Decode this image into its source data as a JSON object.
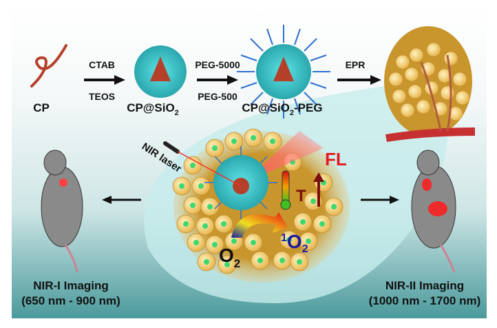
{
  "steps": {
    "cp": "CP",
    "cp_sio2": "CP@SiO",
    "cp_sio2_sub": "2",
    "cp_sio2_peg_a": "CP@SiO",
    "cp_sio2_peg_sub": "2",
    "cp_sio2_peg_b": "-PEG"
  },
  "arrows": {
    "a1_top": "CTAB",
    "a1_bottom": "TEOS",
    "a2_top": "PEG-5000",
    "a2_bottom": "PEG-500",
    "a3_top": "EPR"
  },
  "center": {
    "laser": "NIR laser",
    "fl": "FL",
    "t": "T",
    "o2": "O",
    "o2_sub": "2",
    "singlet_sup": "1",
    "singlet": "O",
    "singlet_sub": "2"
  },
  "left": {
    "title": "NIR-I Imaging",
    "range": "(650 nm - 900 nm)"
  },
  "right": {
    "title": "NIR-II Imaging",
    "range": "(1000 nm - 1700 nm)"
  },
  "colors": {
    "silica": "#3cc8cc",
    "cp": "#b5402a",
    "fl": "#e8191b",
    "singlet": "#1a1aa0",
    "heat": "#7a1010"
  }
}
